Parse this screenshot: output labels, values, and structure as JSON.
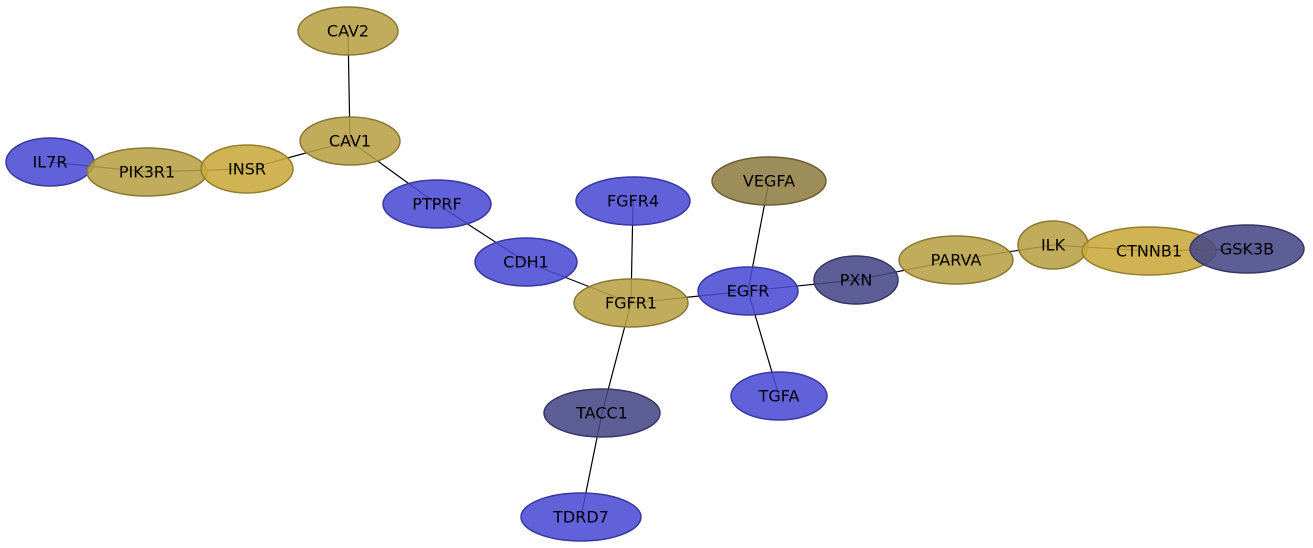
{
  "colors": {
    "gold": "#b8a046",
    "light_gold": "#c9a83a",
    "olive": "#8f7d44",
    "blue": "#4b4bd4",
    "dark_blue": "#484888"
  },
  "nodes": [
    {
      "id": "cav2",
      "label": "CAV2",
      "color": "gold"
    },
    {
      "id": "cav1",
      "label": "CAV1",
      "color": "gold"
    },
    {
      "id": "il7r",
      "label": "IL7R",
      "color": "blue"
    },
    {
      "id": "pik3r1",
      "label": "PIK3R1",
      "color": "gold"
    },
    {
      "id": "insr",
      "label": "INSR",
      "color": "light_gold"
    },
    {
      "id": "ptprf",
      "label": "PTPRF",
      "color": "blue"
    },
    {
      "id": "cdh1",
      "label": "CDH1",
      "color": "blue"
    },
    {
      "id": "fgfr4",
      "label": "FGFR4",
      "color": "blue"
    },
    {
      "id": "fgfr1",
      "label": "FGFR1",
      "color": "gold"
    },
    {
      "id": "vegfa",
      "label": "VEGFA",
      "color": "olive"
    },
    {
      "id": "egfr",
      "label": "EGFR",
      "color": "blue"
    },
    {
      "id": "pxn",
      "label": "PXN",
      "color": "dark_blue"
    },
    {
      "id": "parva",
      "label": "PARVA",
      "color": "gold"
    },
    {
      "id": "ilk",
      "label": "ILK",
      "color": "gold"
    },
    {
      "id": "ctnnb1",
      "label": "CTNNB1",
      "color": "light_gold"
    },
    {
      "id": "gsk3b",
      "label": "GSK3B",
      "color": "dark_blue"
    },
    {
      "id": "tgfa",
      "label": "TGFA",
      "color": "blue"
    },
    {
      "id": "tacc1",
      "label": "TACC1",
      "color": "dark_blue"
    },
    {
      "id": "tdrd7",
      "label": "TDRD7",
      "color": "blue"
    }
  ],
  "edges": [
    [
      "cav2",
      "cav1"
    ],
    [
      "cav1",
      "insr"
    ],
    [
      "insr",
      "pik3r1"
    ],
    [
      "pik3r1",
      "il7r"
    ],
    [
      "cav1",
      "ptprf"
    ],
    [
      "ptprf",
      "cdh1"
    ],
    [
      "cdh1",
      "fgfr1"
    ],
    [
      "fgfr4",
      "fgfr1"
    ],
    [
      "fgfr1",
      "egfr"
    ],
    [
      "fgfr1",
      "tacc1"
    ],
    [
      "tacc1",
      "tdrd7"
    ],
    [
      "vegfa",
      "egfr"
    ],
    [
      "egfr",
      "tgfa"
    ],
    [
      "egfr",
      "pxn"
    ],
    [
      "pxn",
      "parva"
    ],
    [
      "parva",
      "ilk"
    ],
    [
      "ilk",
      "ctnnb1"
    ],
    [
      "ctnnb1",
      "gsk3b"
    ]
  ]
}
